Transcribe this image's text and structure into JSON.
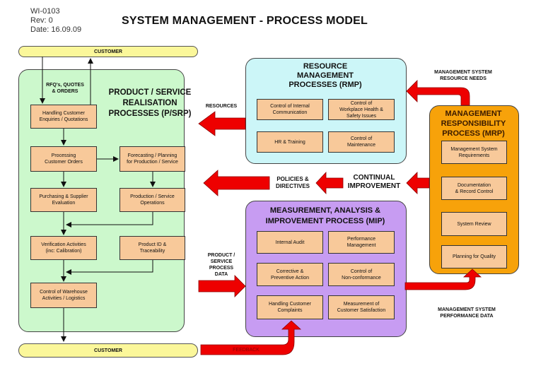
{
  "doc": {
    "id": "WI-0103",
    "rev": "Rev: 0",
    "date": "Date: 16.09.09"
  },
  "title": "SYSTEM MANAGEMENT - PROCESS MODEL",
  "customer_top": "CUSTOMER",
  "customer_bottom": "CUSTOMER",
  "psrp": {
    "title_lines": [
      "PRODUCT / SERVICE",
      "REALISATION",
      "PROCESSES (P/SRP)"
    ],
    "rfq_label": [
      "RFQ's, QUOTES",
      "& ORDERS"
    ],
    "boxes": [
      {
        "lines": [
          "Handling Customer",
          "Enquiries / Quotations"
        ]
      },
      {
        "lines": [
          "Processing",
          "Customer Orders"
        ]
      },
      {
        "lines": [
          "Forecasting / Planning",
          "for Production / Service"
        ]
      },
      {
        "lines": [
          "Purchasing & Supplier",
          "Evaluation"
        ]
      },
      {
        "lines": [
          "Production / Service",
          "Operations"
        ]
      },
      {
        "lines": [
          "Verification Activities",
          "(inc: Calibration)"
        ]
      },
      {
        "lines": [
          "Product ID &",
          "Traceability"
        ]
      },
      {
        "lines": [
          "Control of Warehouse",
          "Activities / Logistics"
        ]
      }
    ]
  },
  "rmp": {
    "title_lines": [
      "RESOURCE",
      "MANAGEMENT",
      "PROCESSES (RMP)"
    ],
    "boxes": [
      {
        "lines": [
          "Control of Internal",
          "Communication"
        ]
      },
      {
        "lines": [
          "Control of",
          "Workplace Health &",
          "Safety Issues"
        ]
      },
      {
        "lines": [
          "HR & Training"
        ]
      },
      {
        "lines": [
          "Control of",
          "Maintenance"
        ]
      }
    ]
  },
  "mip": {
    "title_lines": [
      "MEASUREMENT, ANALYSIS &",
      "IMPROVEMENT PROCESS (MIP)"
    ],
    "boxes": [
      {
        "lines": [
          "Internal Audit"
        ]
      },
      {
        "lines": [
          "Performance",
          "Management"
        ]
      },
      {
        "lines": [
          "Corrective &",
          "Preventive Action"
        ]
      },
      {
        "lines": [
          "Control of",
          "Non-conformance"
        ]
      },
      {
        "lines": [
          "Handling Customer",
          "Complaints"
        ]
      },
      {
        "lines": [
          "Measurement of",
          "Customer Satisfaction"
        ]
      }
    ]
  },
  "mrp": {
    "title_lines": [
      "MANAGEMENT",
      "RESPONSIBILITY",
      "PROCESS (MRP)"
    ],
    "boxes": [
      {
        "lines": [
          "Management System",
          "Requirements"
        ]
      },
      {
        "lines": [
          "Documentation",
          "& Record Control"
        ]
      },
      {
        "lines": [
          "System Review"
        ]
      },
      {
        "lines": [
          "Planning for Quality"
        ]
      }
    ]
  },
  "flows": {
    "resources": "RESOURCES",
    "policies": [
      "POLICIES &",
      "DIRECTIVES"
    ],
    "continual": [
      "CONTINUAL",
      "IMPROVEMENT"
    ],
    "ms_resource_needs": [
      "MANAGEMENT SYSTEM",
      "RESOURCE NEEDS"
    ],
    "ps_process_data": [
      "PRODUCT /",
      "SERVICE",
      "PROCESS",
      "DATA"
    ],
    "ms_performance_data": [
      "MANAGEMENT SYSTEM",
      "PERFORMANCE DATA"
    ],
    "feedback": "FEEDBACK"
  },
  "colors": {
    "arrow_red": "#ee0000",
    "customer_yellow": "#fbf79a",
    "psrp_green": "#ccf8cc",
    "rmp_cyan": "#ccf6f8",
    "mip_purple": "#c79cf2",
    "mrp_orange": "#f7a20a",
    "box_peach": "#f8c99a"
  }
}
